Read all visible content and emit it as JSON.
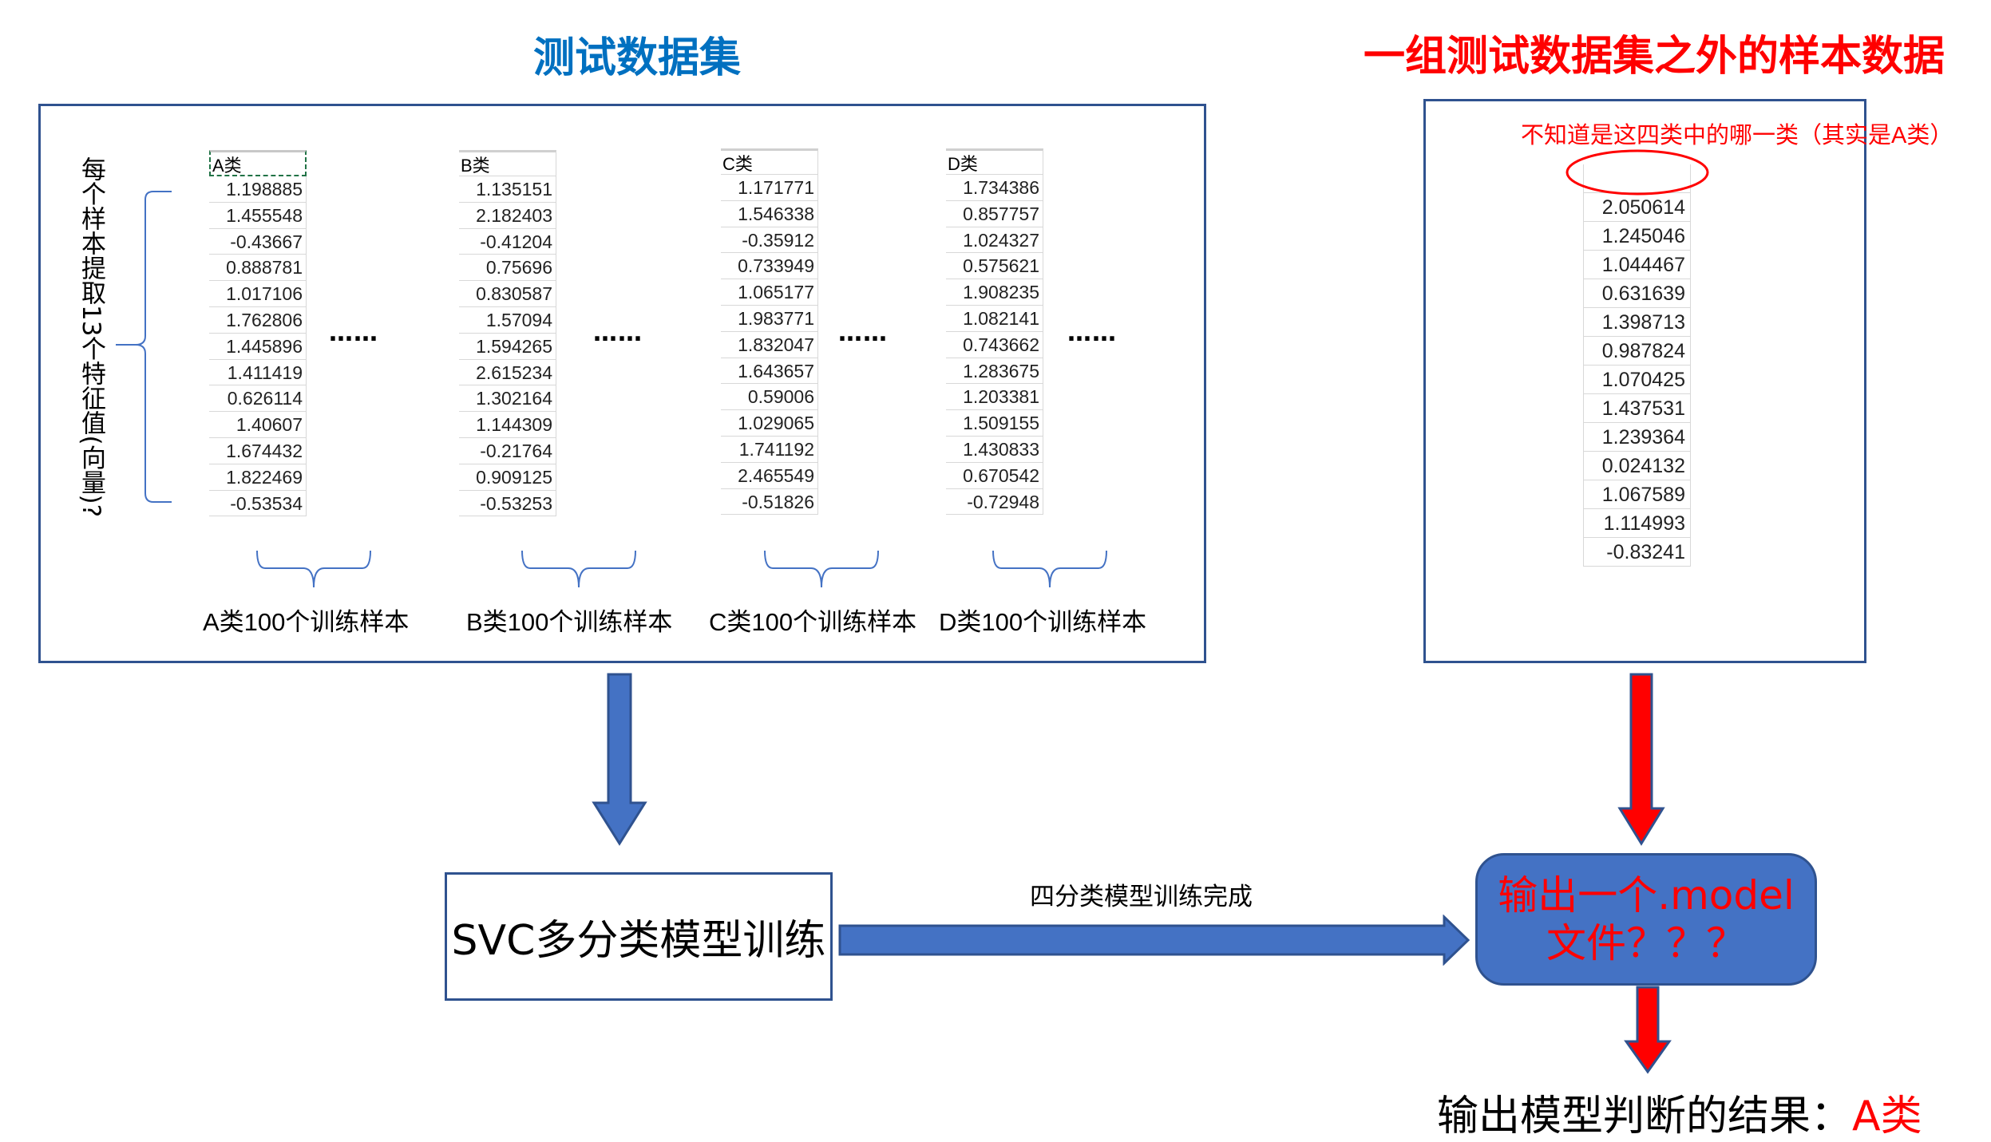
{
  "titles": {
    "test_dataset": "测试数据集",
    "outside_sample": "一组测试数据集之外的样本数据"
  },
  "colors": {
    "title_blue": "#0070C0",
    "accent_red": "#FF0000",
    "box_border": "#2F528F",
    "box_fill": "#4472C4"
  },
  "feature_note": "每个样本提取13个特征值(向量)?",
  "ellipsis": "……",
  "columns": [
    {
      "header": "A类",
      "values": [
        "1.198885",
        "1.455548",
        "-0.43667",
        "0.888781",
        "1.017106",
        "1.762806",
        "1.445896",
        "1.411419",
        "0.626114",
        "1.40607",
        "1.674432",
        "1.822469",
        "-0.53534"
      ],
      "caption": "A类100个训练样本"
    },
    {
      "header": "B类",
      "values": [
        "1.135151",
        "2.182403",
        "-0.41204",
        "0.75696",
        "0.830587",
        "1.57094",
        "1.594265",
        "2.615234",
        "1.302164",
        "1.144309",
        "-0.21764",
        "0.909125",
        "-0.53253"
      ],
      "caption": "B类100个训练样本"
    },
    {
      "header": "C类",
      "values": [
        "1.171771",
        "1.546338",
        "-0.35912",
        "0.733949",
        "1.065177",
        "1.983771",
        "1.832047",
        "1.643657",
        "0.59006",
        "1.029065",
        "1.741192",
        "2.465549",
        "-0.51826"
      ],
      "caption": "C类100个训练样本"
    },
    {
      "header": "D类",
      "values": [
        "1.734386",
        "0.857757",
        "1.024327",
        "0.575621",
        "1.908235",
        "1.082141",
        "0.743662",
        "1.283675",
        "1.203381",
        "1.509155",
        "1.430833",
        "0.670542",
        "-0.72948"
      ],
      "caption": "D类100个训练样本"
    }
  ],
  "unknown_sample": {
    "annotation": "不知道是这四类中的哪一类（其实是A类）",
    "values": [
      "2.050614",
      "1.245046",
      "1.044467",
      "0.631639",
      "1.398713",
      "0.987824",
      "1.070425",
      "1.437531",
      "1.239364",
      "0.024132",
      "1.067589",
      "1.114993",
      "-0.83241"
    ]
  },
  "flow": {
    "training_box": "SVC多分类模型训练",
    "edge_label": "四分类模型训练完成",
    "model_box_line1": "输出一个.model",
    "model_box_line2": "文件？？？",
    "result_label": "输出模型判断的结果：",
    "result_value": "A类"
  }
}
